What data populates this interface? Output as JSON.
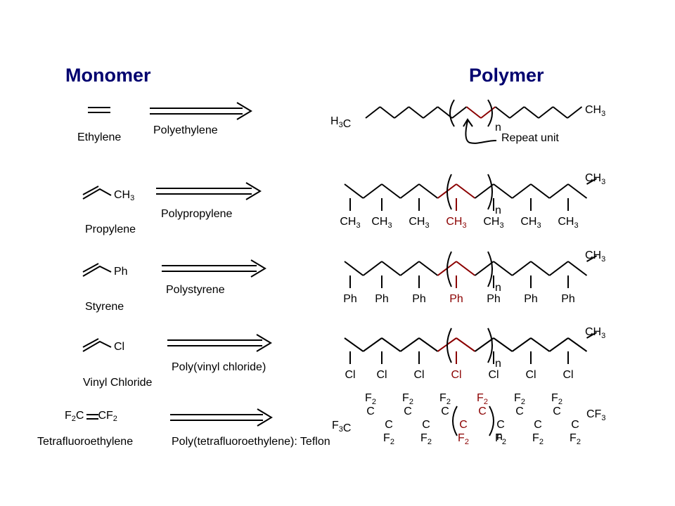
{
  "headers": {
    "monomer": "Monomer",
    "polymer": "Polymer"
  },
  "monomers": [
    {
      "name": "Ethylene"
    },
    {
      "name": "Propylene",
      "group": "CH",
      "group_sub": "3"
    },
    {
      "name": "Styrene",
      "group": "Ph"
    },
    {
      "name": "Vinyl Chloride",
      "group": "Cl"
    },
    {
      "name": "Tetrafluoroethylene",
      "formula_l": "F",
      "formula_l_sub": "2",
      "formula_l_c": "C",
      "formula_r": "CF",
      "formula_r_sub": "2"
    }
  ],
  "polymers": [
    "Polyethylene",
    "Polypropylene",
    "Polystyrene",
    "Poly(vinyl chloride)",
    "Poly(tetrafluoroethylene): Teflon"
  ],
  "labels": {
    "h3c_h": "H",
    "h3c_c": "C",
    "sub3": "3",
    "sub2": "2",
    "ch": "CH",
    "ph": "Ph",
    "cl": "Cl",
    "c": "C",
    "f": "F",
    "cf": "CF",
    "n": "n",
    "repeat_unit": "Repeat unit"
  },
  "colors": {
    "header": "#00006f",
    "repeat": "#8b0000",
    "line": "#000000"
  }
}
